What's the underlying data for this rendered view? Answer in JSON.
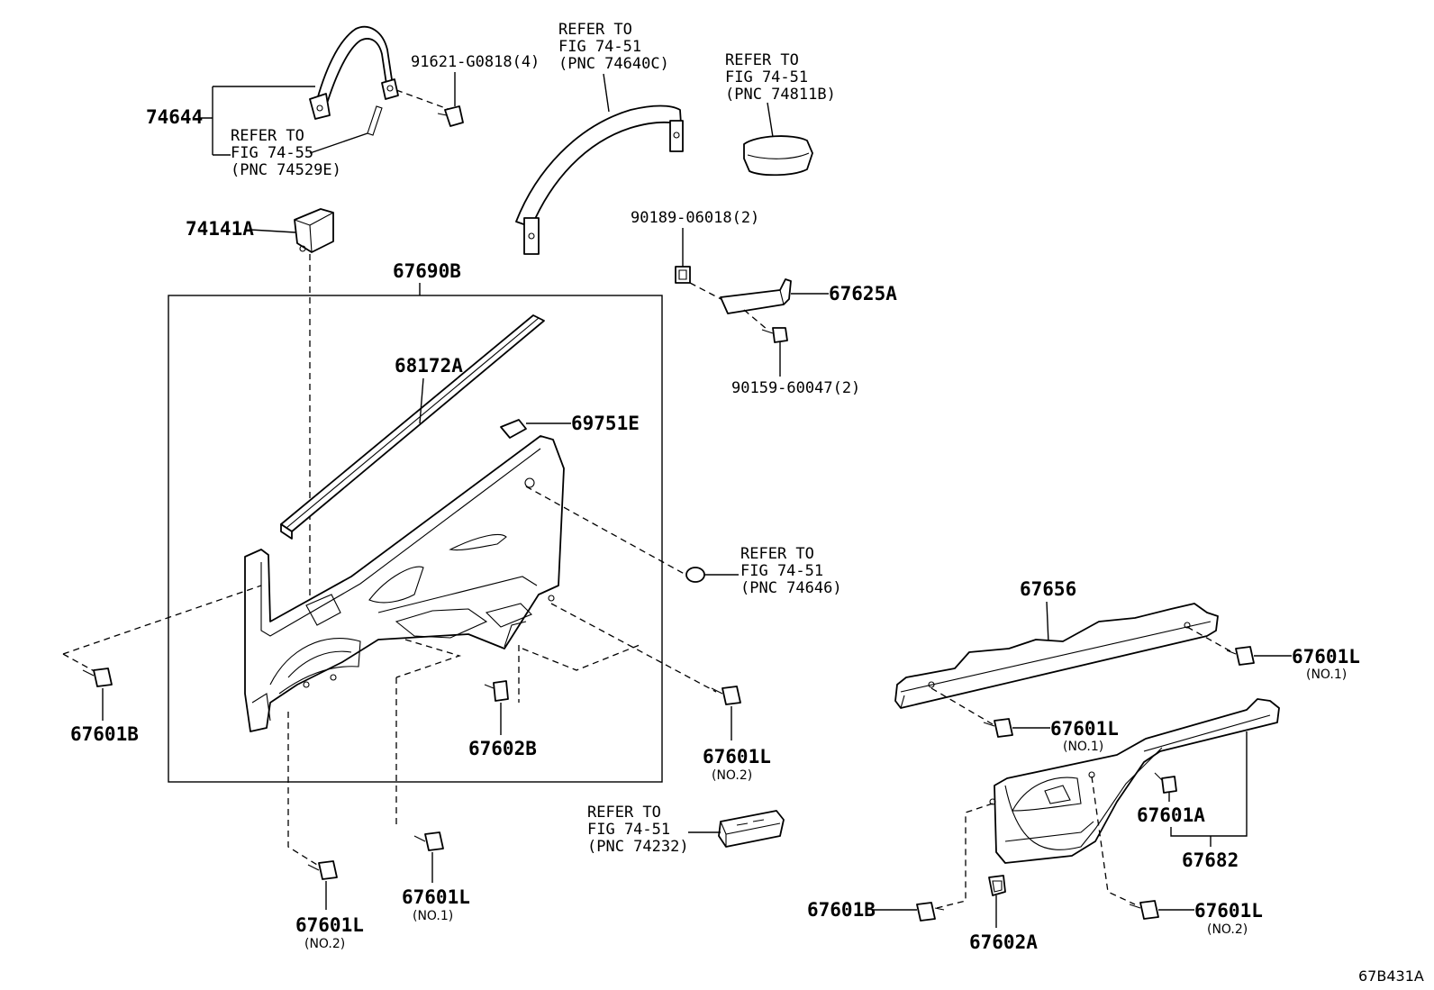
{
  "labels": {
    "p74644": "74644",
    "p91621": "91621-G0818(4)",
    "p74141a": "74141A",
    "p67690b": "67690B",
    "p68172a": "68172A",
    "p69751e": "69751E",
    "p90189": "90189-06018(2)",
    "p67625a": "67625A",
    "p90159": "90159-60047(2)",
    "p67656": "67656",
    "p67601l_r": "67601L",
    "p67601l_r_sub": "(NO.1)",
    "p67601l_m": "67601L",
    "p67601l_m_sub": "(NO.1)",
    "p67601b_l": "67601B",
    "p67602b": "67602B",
    "p67601l_c": "67601L",
    "p67601l_c_sub": "(NO.2)",
    "p67601a": "67601A",
    "p67682": "67682",
    "p67601l_b1": "67601L",
    "p67601l_b1_sub": "(NO.1)",
    "p67601l_b2": "67601L",
    "p67601l_b2_sub": "(NO.2)",
    "p67601b_b": "67601B",
    "p67602a": "67602A",
    "p67601l_br": "67601L",
    "p67601l_br_sub": "(NO.2)",
    "figure_id": "67B431A"
  },
  "refs": {
    "ref_74529e": [
      "REFER TO",
      "FIG 74-55",
      "(PNC 74529E)"
    ],
    "ref_74640c": [
      "REFER TO",
      "FIG 74-51",
      "(PNC 74640C)"
    ],
    "ref_74811b": [
      "REFER TO",
      "FIG 74-51",
      "(PNC 74811B)"
    ],
    "ref_74646": [
      "REFER TO",
      "FIG 74-51",
      "(PNC 74646)"
    ],
    "ref_74232": [
      "REFER TO",
      "FIG 74-51",
      "(PNC 74232)"
    ]
  }
}
